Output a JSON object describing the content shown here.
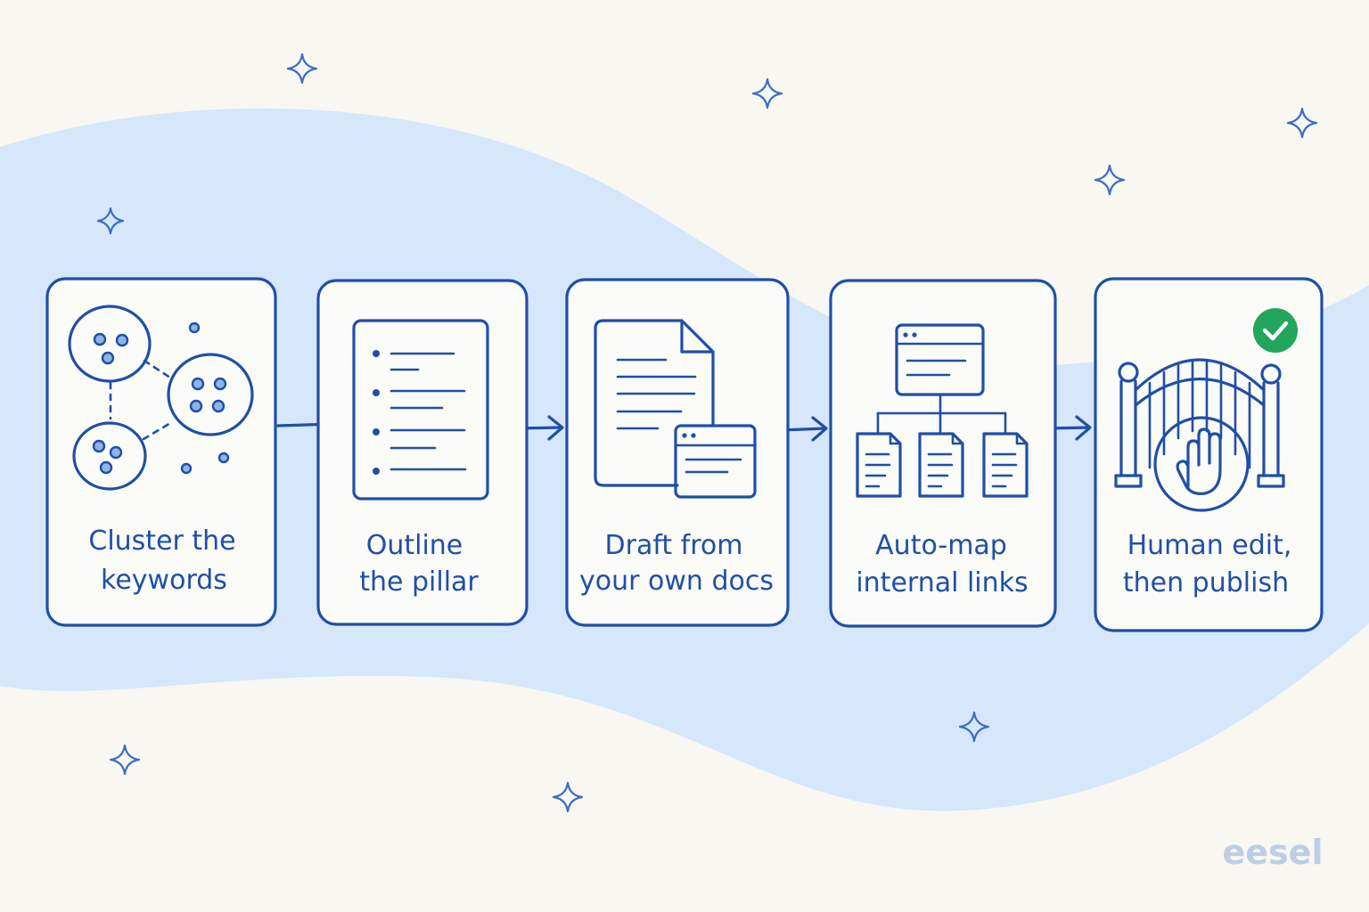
{
  "steps": [
    {
      "line1": "Cluster the",
      "line2": "keywords",
      "icon": "keyword-clusters-icon"
    },
    {
      "line1": "Outline",
      "line2": "the pillar",
      "icon": "outline-document-icon"
    },
    {
      "line1": "Draft from",
      "line2": "your own docs",
      "icon": "draft-document-icon"
    },
    {
      "line1": "Auto-map",
      "line2": "internal links",
      "icon": "link-map-icon"
    },
    {
      "line1": "Human edit,",
      "line2": "then publish",
      "icon": "publish-gate-icon"
    }
  ],
  "brand": "eesel",
  "colors": {
    "background": "#f8f7f2",
    "wave": "#d6e6fb",
    "ink": "#1f4fa6",
    "card": "#fbfbf8",
    "check": "#22a55d",
    "brand": "#bccde6"
  }
}
